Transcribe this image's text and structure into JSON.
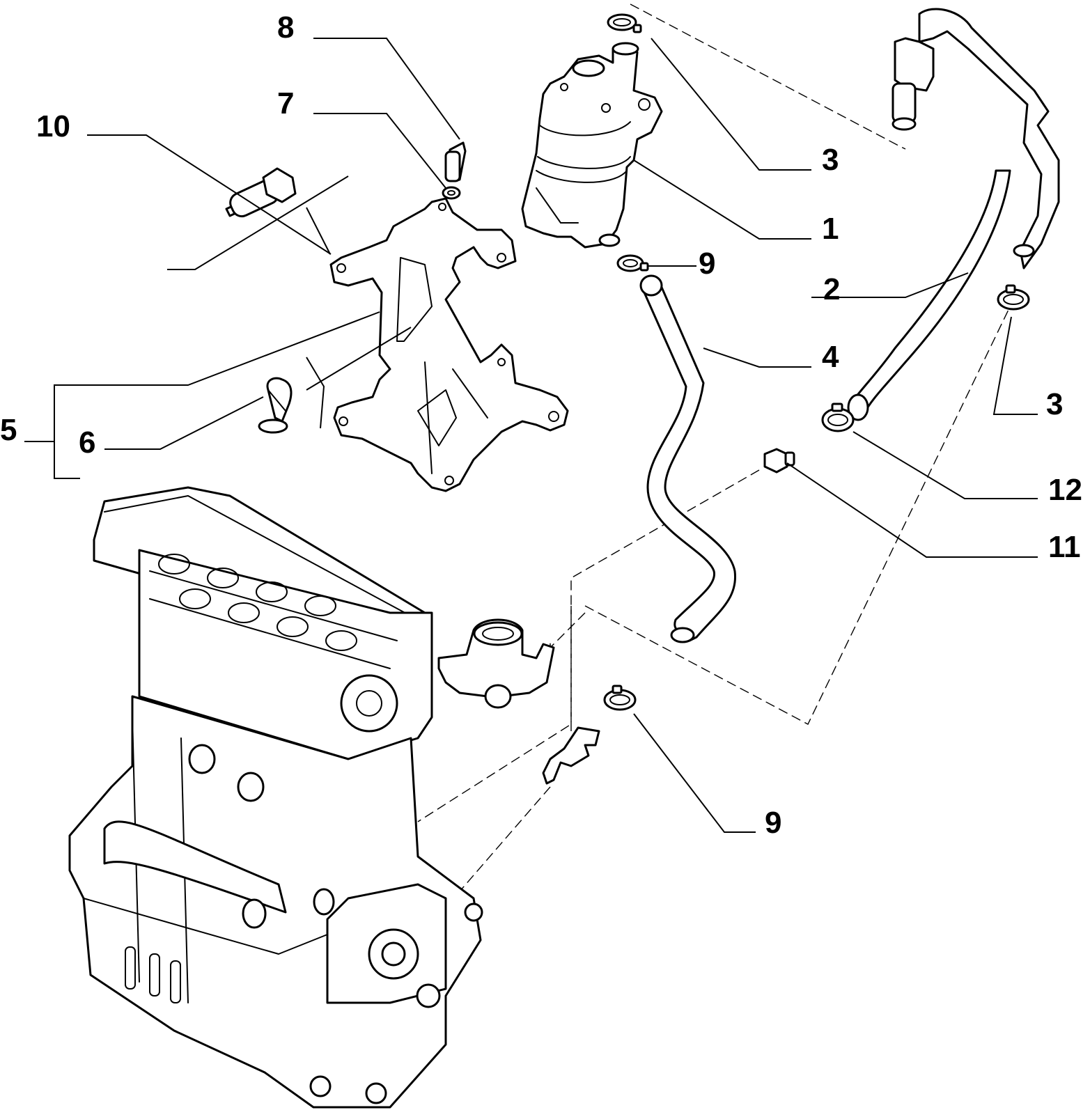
{
  "callouts": [
    {
      "id": "c10",
      "number": "10"
    },
    {
      "id": "c8",
      "number": "8"
    },
    {
      "id": "c7",
      "number": "7"
    },
    {
      "id": "c3a",
      "number": "3"
    },
    {
      "id": "c1",
      "number": "1"
    },
    {
      "id": "c9a",
      "number": "9"
    },
    {
      "id": "c2",
      "number": "2"
    },
    {
      "id": "c4",
      "number": "4"
    },
    {
      "id": "c3b",
      "number": "3"
    },
    {
      "id": "c5",
      "number": "5"
    },
    {
      "id": "c6",
      "number": "6"
    },
    {
      "id": "c12",
      "number": "12"
    },
    {
      "id": "c11",
      "number": "11"
    },
    {
      "id": "c9b",
      "number": "9"
    }
  ],
  "colors": {
    "line": "#000000",
    "background": "#ffffff"
  }
}
